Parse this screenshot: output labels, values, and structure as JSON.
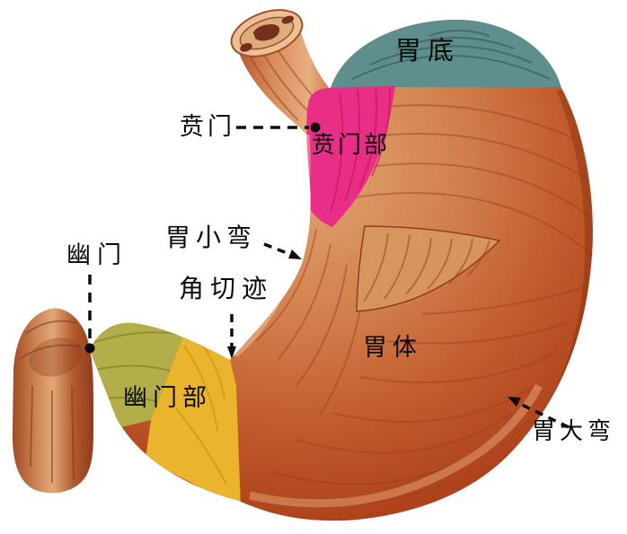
{
  "labels": {
    "fundus": "胃底",
    "cardia": "贲门",
    "cardiac_part": "贲门部",
    "lesser_curvature": "胃小弯",
    "angular_incisure": "角切迹",
    "pylorus": "幽门",
    "pyloric_part": "幽门部",
    "gastric_body": "胃体",
    "greater_curvature": "胃大弯"
  },
  "colors": {
    "fundus_region": "#5e8f8c",
    "cardiac_region": "#e82e86",
    "pyloric_canal_region": "#b2ae4a",
    "pyloric_antrum_region": "#eab42c",
    "leader": "#0d0d0d"
  }
}
